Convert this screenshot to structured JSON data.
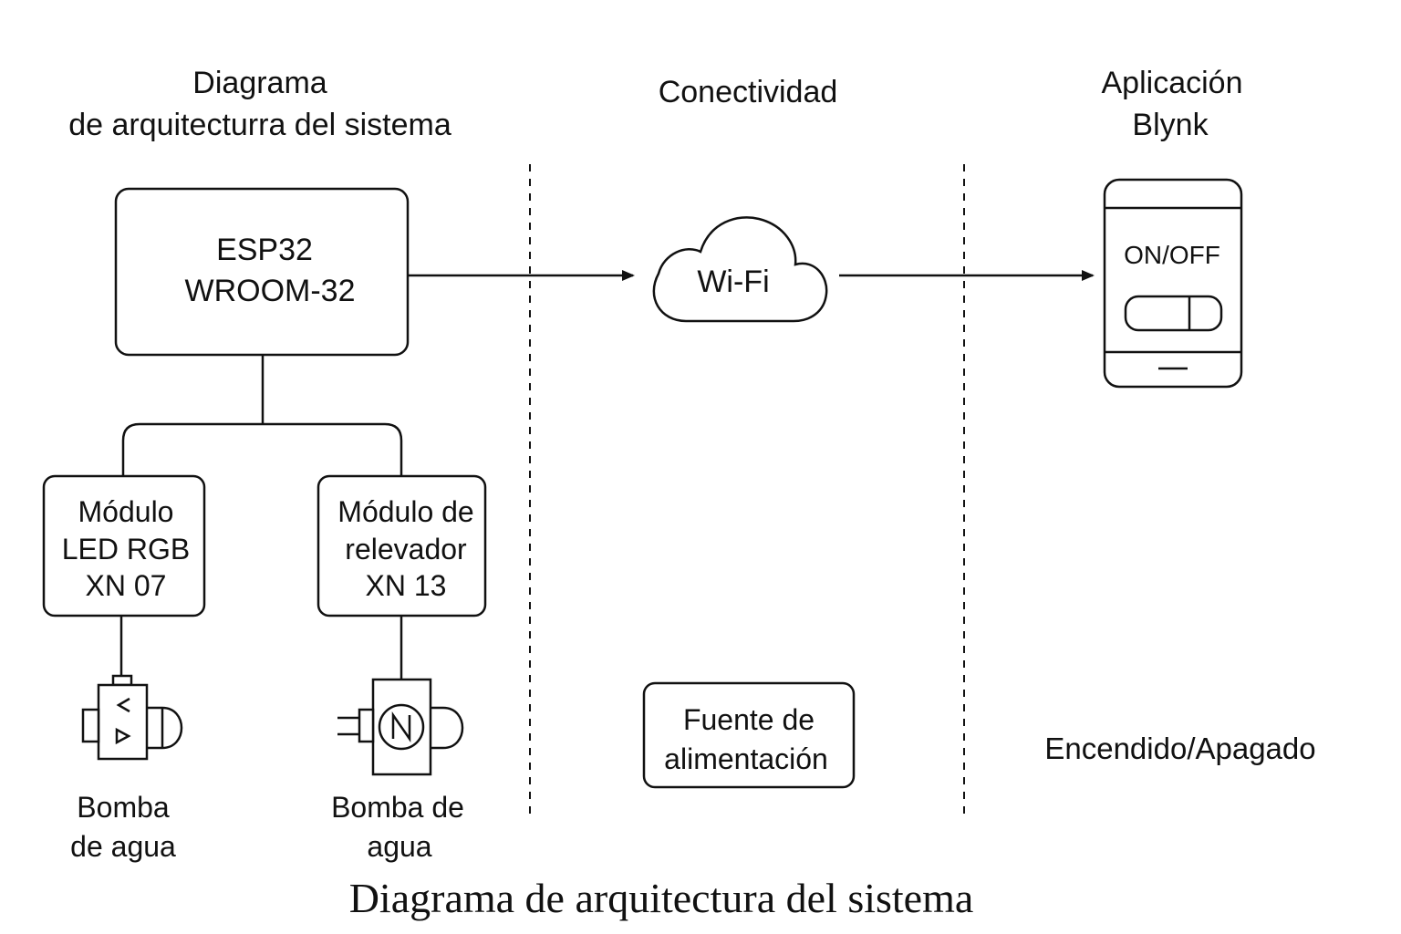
{
  "headers": {
    "left_line1": "Diagrama",
    "left_line2": "de arquitecturra del sistema",
    "center": "Conectividad",
    "right_line1": "Aplicación",
    "right_line2": "Blynk"
  },
  "esp32": {
    "line1": "ESP32",
    "line2": "WROOM-32"
  },
  "wifi": {
    "label": "Wi-Fi"
  },
  "phone": {
    "label": "ON/OFF"
  },
  "led_module": {
    "line1": "Módulo",
    "line2": "LED RGB",
    "line3": "XN 07"
  },
  "relay_module": {
    "line1": "Módulo de",
    "line2": "relevador",
    "line3": "XN 13"
  },
  "pump_left": {
    "line1": "Bomba",
    "line2": "de agua"
  },
  "pump_right": {
    "line1": "Bomba de",
    "line2": "agua"
  },
  "power": {
    "line1": "Fuente de",
    "line2": "alimentación"
  },
  "status": "Encendido/Apagado",
  "caption": "Diagrama de arquitectura del sistema"
}
